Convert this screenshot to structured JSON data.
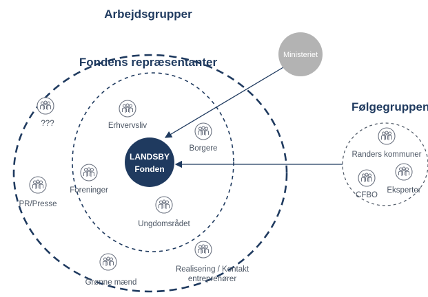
{
  "titles": {
    "arbejdsgrupper": "Arbejdsgrupper",
    "fondens": "Fondens repræsentanter",
    "folgegruppen": "Følgegruppen"
  },
  "center": {
    "line1": "LANDSBY",
    "line2": "Fonden"
  },
  "ministeriet": "Ministeriet",
  "inner_members": {
    "erhvervsliv": "Erhvervsliv",
    "borgere": "Borgere",
    "foreninger": "Foreninger",
    "ungdomsraadet": "Ungdomsrådet"
  },
  "outer_members": {
    "unknown": "???",
    "pr_presse": "PR/Presse",
    "gronne_maend": "Grønne mænd",
    "realisering_line1": "Realisering / Kontakt",
    "realisering_line2": "entreprenører"
  },
  "folge_members": {
    "randers": "Randers kommuner",
    "cfbo": "CFBO",
    "eksperter": "Eksperter"
  },
  "colors": {
    "navy": "#1f3a5f",
    "ministeriet_gray": "#b3b3b3",
    "icon_gray": "#6b7280",
    "text_gray": "#4b5563"
  }
}
